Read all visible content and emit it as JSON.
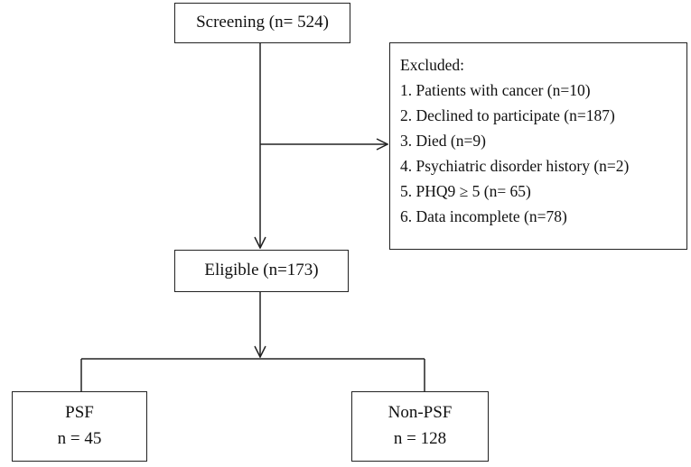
{
  "screening": {
    "label": "Screening (n= 524)"
  },
  "excluded": {
    "title": "Excluded:",
    "items": [
      "1. Patients with cancer (n=10)",
      "2. Declined to participate (n=187)",
      "3. Died (n=9)",
      "4. Psychiatric disorder history (n=2)",
      "5. PHQ9 ≥ 5 (n= 65)",
      "6. Data incomplete (n=78)"
    ]
  },
  "eligible": {
    "label": "Eligible (n=173)"
  },
  "groups": [
    {
      "name": "PSF",
      "count": "n = 45"
    },
    {
      "name": "Non-PSF",
      "count": "n = 128"
    }
  ]
}
